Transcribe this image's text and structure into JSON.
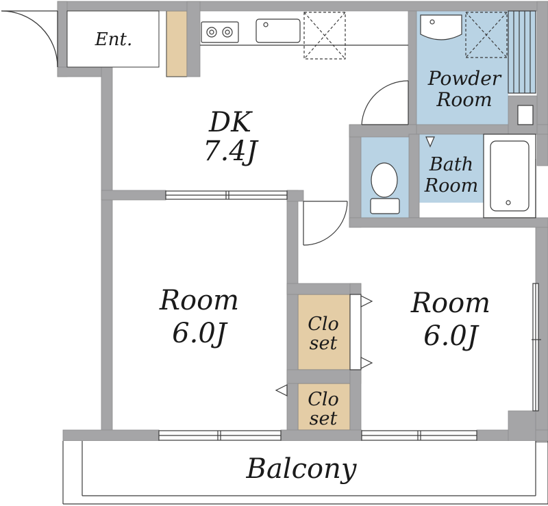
{
  "labels": {
    "entrance": "Ent.",
    "dk_name": "DK",
    "dk_size": "7.4J",
    "powder_line1": "Powder",
    "powder_line2": "Room",
    "bath_line1": "Bath",
    "bath_line2": "Room",
    "room_left_name": "Room",
    "room_left_size": "6.0J",
    "room_right_name": "Room",
    "room_right_size": "6.0J",
    "closet1_line1": "Clo",
    "closet1_line2": "set",
    "closet2_line1": "Clo",
    "closet2_line2": "set",
    "balcony": "Balcony"
  },
  "colors": {
    "wall": "#a5a5a7",
    "wall_edge": "#8c8c8e",
    "wet_area": "#b9d3e4",
    "storage": "#e4cda6",
    "line": "#3a3a3a"
  }
}
